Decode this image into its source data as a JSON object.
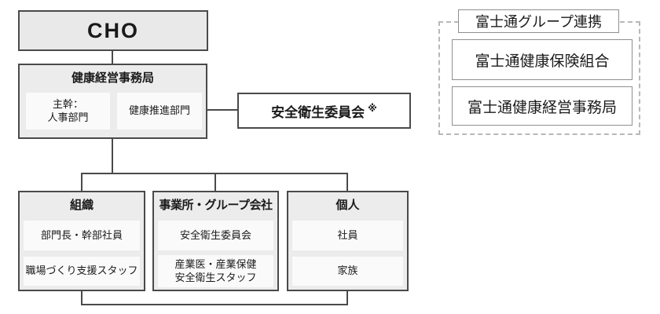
{
  "colors": {
    "connector_and_border": "#4a4a4a",
    "outer_box_fill": "#ececec",
    "inner_box_fill": "#fafafa",
    "dashed_border": "#b8b8b8",
    "thin_border": "#8f8f8f",
    "text": "#1a1a1a",
    "background": "#ffffff"
  },
  "nodes": {
    "cho": {
      "label": "CHO"
    },
    "office": {
      "title": "健康経営事務局",
      "lead": "主幹：\n人事部門",
      "promotion": "健康推進部門"
    },
    "safety_committee": {
      "label": "安全衛生委員会",
      "note": "※"
    },
    "fujitsu_group": {
      "title": "富士通グループ連携",
      "insurance": "富士通健康保険組合",
      "office": "富士通健康経営事務局"
    },
    "groups": [
      {
        "title": "組織",
        "items": [
          "部門長・幹部社員",
          "職場づくり支援スタッフ"
        ]
      },
      {
        "title": "事業所・グループ会社",
        "items": [
          "安全衛生委員会",
          "産業医・産業保健\n安全衛生スタッフ"
        ]
      },
      {
        "title": "個人",
        "items": [
          "社員",
          "家族"
        ]
      }
    ]
  }
}
